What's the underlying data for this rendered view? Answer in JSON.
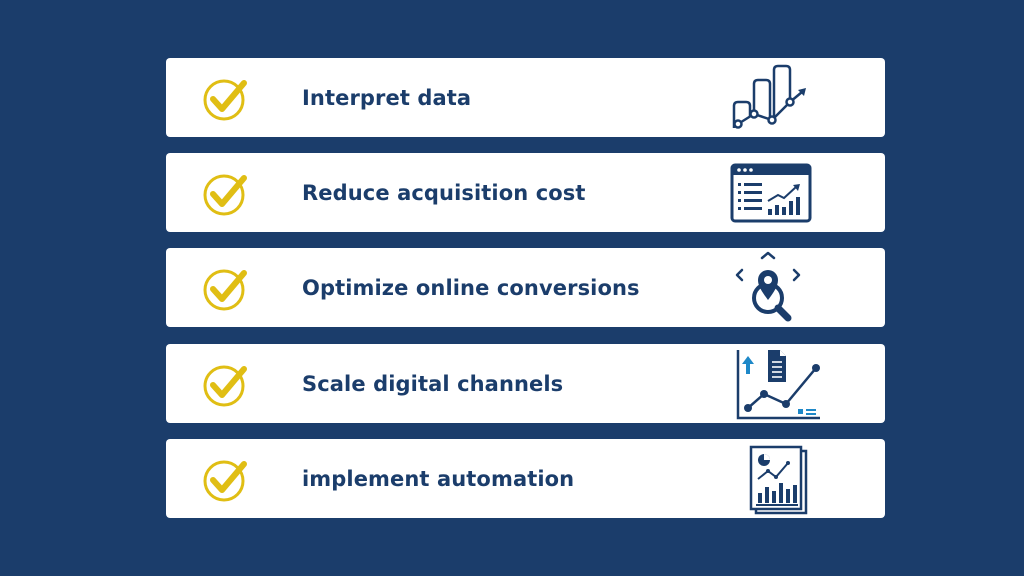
{
  "colors": {
    "background": "#1b3d6b",
    "card": "#ffffff",
    "text": "#1b3d6b",
    "check": "#e0be14",
    "accent": "#1e88c8"
  },
  "items": [
    {
      "label": "Interpret data",
      "icon": "growth-chart-icon"
    },
    {
      "label": "Reduce acquisition cost",
      "icon": "dashboard-window-icon"
    },
    {
      "label": "Optimize online conversions",
      "icon": "location-search-icon"
    },
    {
      "label": "Scale digital channels",
      "icon": "report-growth-chart-icon"
    },
    {
      "label": "implement automation",
      "icon": "analytics-report-icon"
    }
  ]
}
